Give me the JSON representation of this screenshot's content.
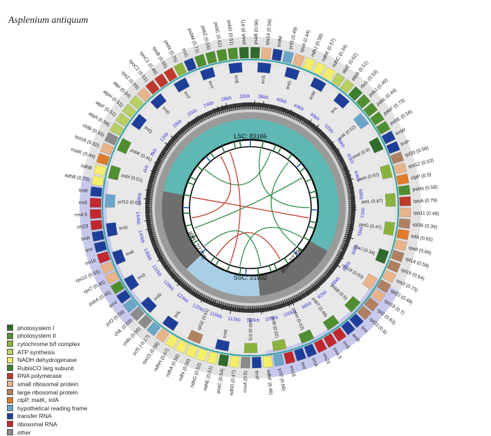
{
  "title": "Asplenium antiquum",
  "regions": {
    "LSC": "LSC: 83166",
    "IRA": "IRA: 22796",
    "IRB": "IRB: 22796",
    "SSC": "SSC: 21932"
  },
  "kb_ticks": [
    "4kb",
    "8kb",
    "12kb",
    "16kb",
    "20kb",
    "24kb",
    "28kb",
    "32kb",
    "36kb",
    "40kb",
    "44kb",
    "48kb",
    "52kb",
    "56kb",
    "60kb",
    "64kb",
    "68kb",
    "72kb",
    "76kb",
    "80kb",
    "84kb",
    "88kb",
    "92kb",
    "96kb",
    "100kb",
    "104kb",
    "108kb",
    "112kb",
    "116kb",
    "120kb",
    "124kb",
    "128kb",
    "132kb",
    "136kb",
    "140kb",
    "144kb",
    "148kb"
  ],
  "legend": [
    {
      "label": "photosystem I",
      "color": "#2e6b2a"
    },
    {
      "label": "photosystem II",
      "color": "#4f8f2f"
    },
    {
      "label": "cytochrome b/f complex",
      "color": "#8ab33c"
    },
    {
      "label": "ATP synthesis",
      "color": "#b7cf63"
    },
    {
      "label": "NADH dehydrogenase",
      "color": "#f4ee6a"
    },
    {
      "label": "RubisCO larg subunit",
      "color": "#3a7f30"
    },
    {
      "label": "RNA polymerase",
      "color": "#c0392b"
    },
    {
      "label": "small ribosomal protein",
      "color": "#e9b48a"
    },
    {
      "label": "large ribosomal protein",
      "color": "#b08060"
    },
    {
      "label": "clpP, matK, infA",
      "color": "#e07b2a"
    },
    {
      "label": "hypothetical reading frame",
      "color": "#6aa6c8"
    },
    {
      "label": "transfer RNA",
      "color": "#1d3f9a"
    },
    {
      "label": "ribosomal RNA",
      "color": "#c1272d"
    },
    {
      "label": "other",
      "color": "#8a8a8a"
    }
  ],
  "genes_outer": [
    {
      "label": "psaA (0.47)",
      "cat": 0
    },
    {
      "label": "psaB (0.56)",
      "cat": 0
    },
    {
      "label": "rps14 (0.59)",
      "cat": 7
    },
    {
      "label": "trnfM",
      "cat": 11
    },
    {
      "label": "ycf3 (0.49)",
      "cat": 10
    },
    {
      "label": "rps4 (0.44)",
      "cat": 7
    },
    {
      "label": "ndhJ (0.58)",
      "cat": 4
    },
    {
      "label": "ndhK (0.57)",
      "cat": 4
    },
    {
      "label": "ndhC (0.34)",
      "cat": 4
    },
    {
      "label": "atpE (0.62)",
      "cat": 3
    },
    {
      "label": "atpB (0.51)",
      "cat": 3
    },
    {
      "label": "rbcL (0.53)",
      "cat": 5
    },
    {
      "label": "psbJ (0.49)",
      "cat": 1
    },
    {
      "label": "psbL (0.44)",
      "cat": 1
    },
    {
      "label": "psbF (0.73)",
      "cat": 1
    },
    {
      "label": "psbE (0.56)",
      "cat": 1
    },
    {
      "label": "trnW",
      "cat": 11
    },
    {
      "label": "trnP",
      "cat": 11
    },
    {
      "label": "rpl20 (0.56)",
      "cat": 8
    },
    {
      "label": "rps12 (0.53)",
      "cat": 7
    },
    {
      "label": "clpP (0.5)",
      "cat": 9
    },
    {
      "label": "psbN (0.58)",
      "cat": 1
    },
    {
      "label": "rpoA (0.79)",
      "cat": 6
    },
    {
      "label": "rps11 (0.49)",
      "cat": 7
    },
    {
      "label": "rpl36 (0.39)",
      "cat": 8
    },
    {
      "label": "infA (0.65)",
      "cat": 9
    },
    {
      "label": "rps8 (0.66)",
      "cat": 7
    },
    {
      "label": "rpl14 (0.58)",
      "cat": 8
    },
    {
      "label": "rpl16 (0.54)",
      "cat": 8
    },
    {
      "label": "rps3 (0.73)",
      "cat": 7
    },
    {
      "label": "rpl22 (0.48)",
      "cat": 8
    },
    {
      "label": "rps19 (0.7)",
      "cat": 7
    },
    {
      "label": "rpl2 (0.63)",
      "cat": 8
    },
    {
      "label": "rpl23 (0.6)",
      "cat": 8
    },
    {
      "label": "trnI",
      "cat": 11
    },
    {
      "label": "trnR",
      "cat": 11
    },
    {
      "label": "rrn5",
      "cat": 12
    },
    {
      "label": "rrn4.5",
      "cat": 12
    },
    {
      "label": "rrn23",
      "cat": 12
    },
    {
      "label": "trnA",
      "cat": 11
    },
    {
      "label": "trnI",
      "cat": 11
    },
    {
      "label": "rrn16",
      "cat": 12
    },
    {
      "label": "ycf2 (0.56)",
      "cat": 10
    },
    {
      "label": "ndhF (0.46)",
      "cat": 4
    },
    {
      "label": "trnP",
      "cat": 11
    },
    {
      "label": "ccsA (0.5)",
      "cat": 13
    },
    {
      "label": "ndhD (0.47)",
      "cat": 4
    },
    {
      "label": "psaC (0.54)",
      "cat": 0
    },
    {
      "label": "ndhE (0.51)",
      "cat": 4
    },
    {
      "label": "ndhG (0.52)",
      "cat": 4
    },
    {
      "label": "ndhI (0.56)",
      "cat": 4
    },
    {
      "label": "ndhA (0.56)",
      "cat": 4
    },
    {
      "label": "ndhH (0.67)",
      "cat": 4
    },
    {
      "label": "rps15 (0.58)",
      "cat": 7
    },
    {
      "label": "ycf1 (-0.17)",
      "cat": 10
    },
    {
      "label": "chlN (0.56)",
      "cat": 13
    },
    {
      "label": "chlL (0.53)",
      "cat": 13
    },
    {
      "label": "ycf2 (0.59)",
      "cat": 10
    },
    {
      "label": "trnV",
      "cat": 11
    },
    {
      "label": "psbA (0.45)",
      "cat": 1
    },
    {
      "label": "rps7 (0.45)",
      "cat": 7
    },
    {
      "label": "rps12 (0.55)",
      "cat": 7
    },
    {
      "label": "rrn16",
      "cat": 12
    },
    {
      "label": "trnI",
      "cat": 11
    },
    {
      "label": "trnA",
      "cat": 11
    },
    {
      "label": "rrn23",
      "cat": 12
    },
    {
      "label": "rrn4.5",
      "cat": 12
    },
    {
      "label": "rrn5",
      "cat": 12
    },
    {
      "label": "trnR",
      "cat": 11
    },
    {
      "label": "ndhB (0.75)",
      "cat": 4
    },
    {
      "label": "ndhB",
      "cat": 4
    },
    {
      "label": "matK (0.44)",
      "cat": 9
    },
    {
      "label": "rps16 (0.52)",
      "cat": 7
    },
    {
      "label": "chlB (0.55)",
      "cat": 13
    },
    {
      "label": "atpA (0.56)",
      "cat": 3
    },
    {
      "label": "atpF (0.51)",
      "cat": 3
    },
    {
      "label": "atpH (0.51)",
      "cat": 3
    },
    {
      "label": "atpI (0.64)",
      "cat": 3
    },
    {
      "label": "rps2 (0.55)",
      "cat": 7
    },
    {
      "label": "rpoC2 (0.51)",
      "cat": 6
    },
    {
      "label": "rpoC1 (0.49)",
      "cat": 6
    },
    {
      "label": "rpoB (0.55)",
      "cat": 6
    },
    {
      "label": "petN (0.75)",
      "cat": 2
    },
    {
      "label": "trnC",
      "cat": 11
    },
    {
      "label": "psbM (0.71)",
      "cat": 1
    },
    {
      "label": "psbZ (0.55)",
      "cat": 1
    },
    {
      "label": "psbC (0.51)",
      "cat": 1
    },
    {
      "label": "psbD (0.51)",
      "cat": 1
    }
  ],
  "genes_inner": [
    {
      "label": "trnS",
      "cat": 11
    },
    {
      "label": "trnG",
      "cat": 11
    },
    {
      "label": "trnM",
      "cat": 11
    },
    {
      "label": "trnL",
      "cat": 11
    },
    {
      "label": "ycf4 (0.52)",
      "cat": 10
    },
    {
      "label": "psaI (0.6)",
      "cat": 0
    },
    {
      "label": "petA (0.52)",
      "cat": 2
    },
    {
      "label": "petL (0.87)",
      "cat": 2
    },
    {
      "label": "petG (0.47)",
      "cat": 2
    },
    {
      "label": "psaJ (0.34)",
      "cat": 0
    },
    {
      "label": "rps18 (0.63)",
      "cat": 7
    },
    {
      "label": "psbB (0.5)",
      "cat": 1
    },
    {
      "label": "psbT (0.49)",
      "cat": 1
    },
    {
      "label": "psbH (0.52)",
      "cat": 1
    },
    {
      "label": "petB (0.52)",
      "cat": 2
    },
    {
      "label": "petD (0.53)",
      "cat": 2
    },
    {
      "label": "trnN",
      "cat": 11
    },
    {
      "label": "rpl32 (0.61)",
      "cat": 8
    },
    {
      "label": "trnL",
      "cat": 11
    },
    {
      "label": "trnN",
      "cat": 11
    },
    {
      "label": "trnS",
      "cat": 11
    },
    {
      "label": "trnR",
      "cat": 11
    },
    {
      "label": "trnG",
      "cat": 11
    },
    {
      "label": "ycf12 (0.63)",
      "cat": 10
    },
    {
      "label": "psbI (0.51)",
      "cat": 1
    },
    {
      "label": "psbK (0.41)",
      "cat": 1
    },
    {
      "label": "trnQ",
      "cat": 11
    },
    {
      "label": "trnD",
      "cat": 11
    },
    {
      "label": "trnT",
      "cat": 11
    },
    {
      "label": "trnY",
      "cat": 11
    },
    {
      "label": "trnE",
      "cat": 11
    }
  ]
}
